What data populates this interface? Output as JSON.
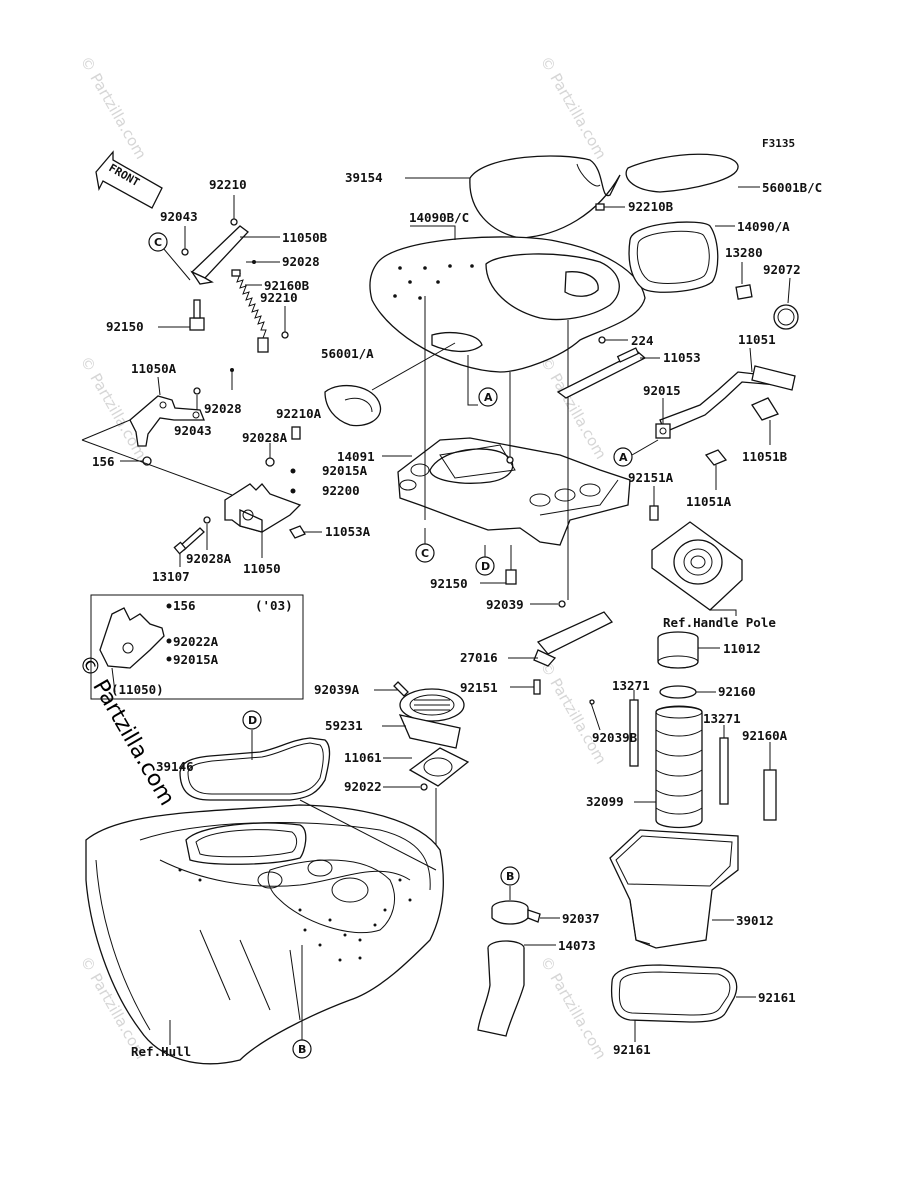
{
  "figure_code": "F3135",
  "front_label": "FRONT",
  "watermark_text": "© Partzilla.com",
  "watermark_main": "© Partzilla.com",
  "inset_year": "('03)",
  "inset_part": "(11050)",
  "refs": {
    "handle_pole": "Ref.Handle Pole",
    "hull": "Ref.Hull"
  },
  "callouts": [
    "A",
    "B",
    "C",
    "D"
  ],
  "parts": {
    "p39154": "39154",
    "p56001bc": "56001B/C",
    "p92210b": "92210B",
    "p14090bc": "14090B/C",
    "p14090a": "14090/A",
    "p13280": "13280",
    "p92072": "92072",
    "p92210_top": "92210",
    "p92043_top": "92043",
    "p11050b": "11050B",
    "p92028_top": "92028",
    "p92160b": "92160B",
    "p92210_mid": "92210",
    "p92150_left": "92150",
    "p224": "224",
    "p56001a": "56001/A",
    "p11053": "11053",
    "p11051": "11051",
    "p11050a": "11050A",
    "p92015": "92015",
    "p92028_mid": "92028",
    "p92043_mid": "92043",
    "p92210a": "92210A",
    "p92028a_top": "92028A",
    "p14091": "14091",
    "p92015a_top": "92015A",
    "p156_left": "156",
    "p92200": "92200",
    "p11051b": "11051B",
    "p92151a": "92151A",
    "p11051a": "11051A",
    "p11053a": "11053A",
    "p13107": "13107",
    "p92028a_bot": "92028A",
    "p11050": "11050",
    "p92150_mid": "92150",
    "p92039": "92039",
    "p156_inset": "156",
    "p92022a": "92022A",
    "p92015a_inset": "92015A",
    "p27016": "27016",
    "p11012": "11012",
    "p92039a": "92039A",
    "p92151": "92151",
    "p13271_a": "13271",
    "p92160": "92160",
    "p59231": "59231",
    "p13271_b": "13271",
    "p92039b": "92039B",
    "p92160a": "92160A",
    "p39146": "39146",
    "p11061": "11061",
    "p92022": "92022",
    "p32099": "32099",
    "p92037": "92037",
    "p14073": "14073",
    "p39012": "39012",
    "p92161_right": "92161",
    "p92161_bot": "92161"
  }
}
